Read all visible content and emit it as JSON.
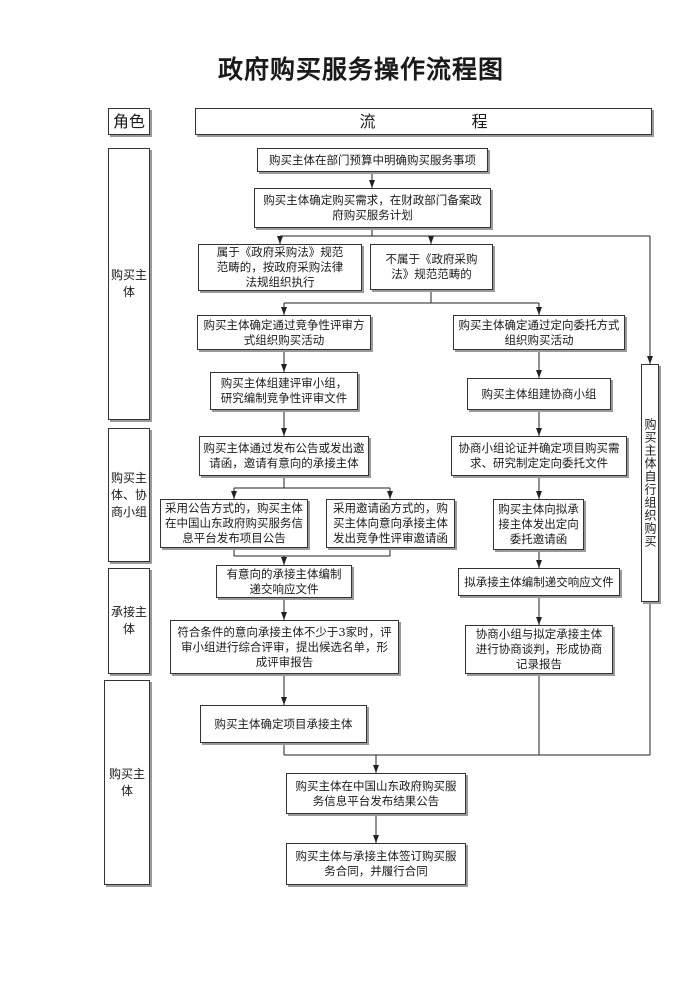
{
  "title": "政府购买服务操作流程图",
  "header": {
    "role": "角色",
    "flow": "流程"
  },
  "roles": [
    "购买主体",
    "购买主体、协商小组",
    "承接主体",
    "购买主体"
  ],
  "steps": {
    "s1": [
      "购买主体在部门预算中明确购买服务事项"
    ],
    "s2": [
      "购买主体确定购买需求，在财政部门备案政",
      "府购买服务计划"
    ],
    "s3": [
      "属于《政府采购法》规范",
      "范畴的，按政府采购法律",
      "法规组织执行"
    ],
    "s4": [
      "不属于《政府采购",
      "法》规范范畴的"
    ],
    "s5": [
      "购买主体确定通过竞争性评审方",
      "式组织购买活动"
    ],
    "s6": [
      "购买主体确定通过定向委托方式",
      "组织购买活动"
    ],
    "s7": [
      "购买主体组建评审小组，",
      "研究编制竞争性评审文件"
    ],
    "s8": [
      "购买主体组建协商小组"
    ],
    "s9": [
      "购买主体通过发布公告或发出邀",
      "请函，邀请有意向的承接主体"
    ],
    "s10": [
      "协商小组论证并确定项目购买需",
      "求、研究制定定向委托文件"
    ],
    "s11": [
      "采用公告方式的，购买主体",
      "在中国山东政府购买服务信",
      "息平台发布项目公告"
    ],
    "s12": [
      "采用邀请函方式的，购",
      "买主体向意向承接主体",
      "发出竞争性评审邀请函"
    ],
    "s13": [
      "购买主体向拟承",
      "接主体发出定向",
      "委托邀请函"
    ],
    "s14": [
      "有意向的承接主体编制",
      "递交响应文件"
    ],
    "s15": [
      "拟承接主体编制递交响应文件"
    ],
    "s16": [
      "符合条件的意向承接主体不少于3家时，评",
      "审小组进行综合评审，提出候选名单，形",
      "成评审报告"
    ],
    "s17": [
      "协商小组与拟定承接主体",
      "进行协商谈判，形成协商",
      "记录报告"
    ],
    "s18": [
      "购买主体确定项目承接主体"
    ],
    "s19": [
      "购买主体在中国山东政府购买服",
      "务信息平台发布结果公告"
    ],
    "s20": [
      "购买主体与承接主体签订购买服",
      "务合同，并履行合同"
    ]
  },
  "side_box": "购买主体自行组织购买"
}
